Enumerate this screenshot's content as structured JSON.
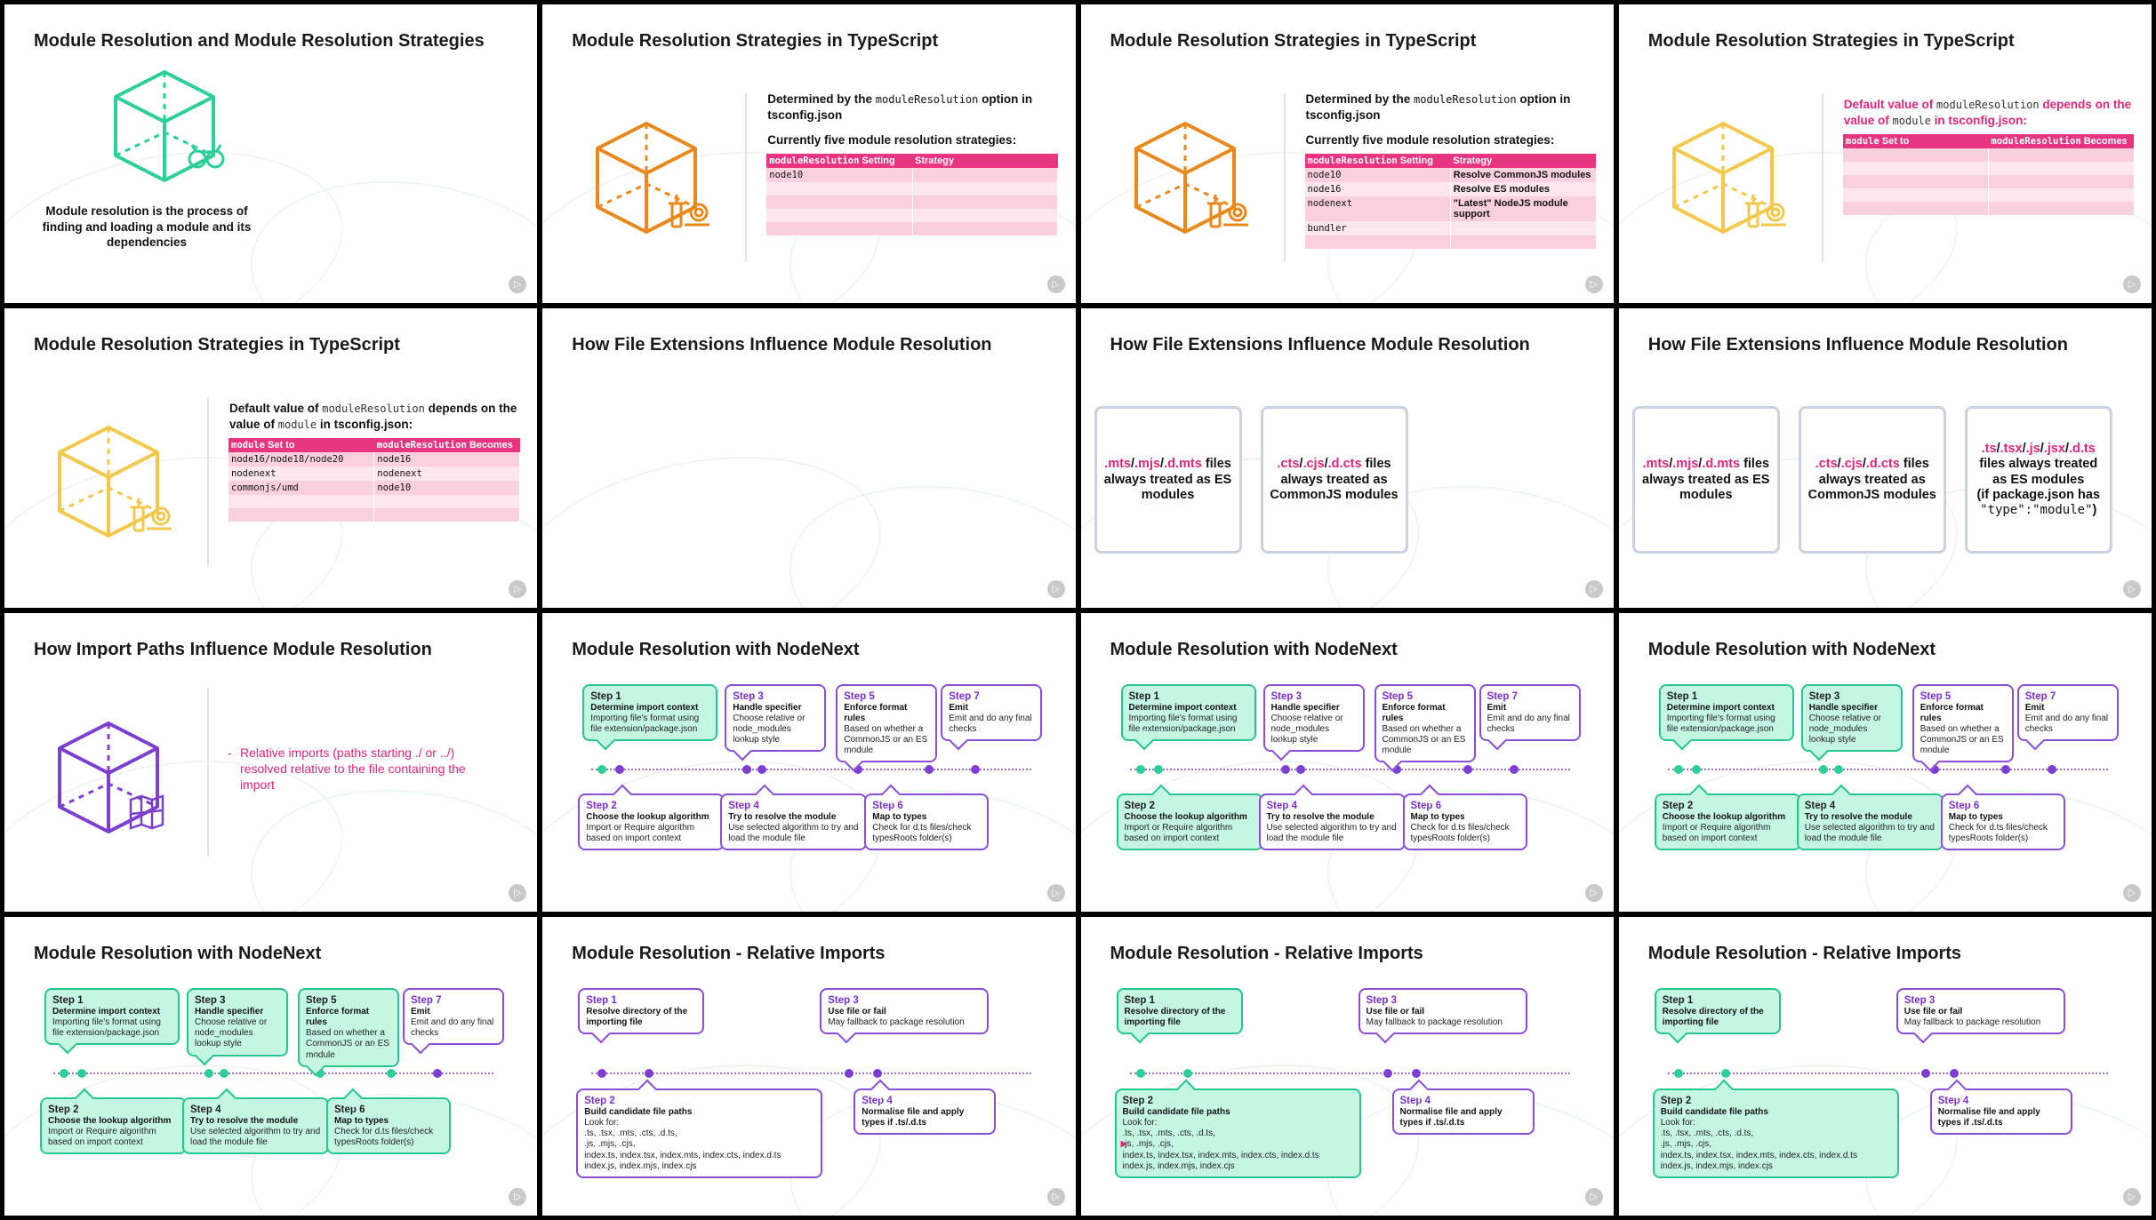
{
  "slides": [
    {
      "title": "Module Resolution and Module Resolution Strategies",
      "caption": "Module resolution is the process of finding and loading a module and its dependencies"
    },
    {
      "title": "Module Resolution Strategies in TypeScript",
      "det_prefix": "Determined by the ",
      "det_code": "moduleResolution",
      "det_suffix": " option in tsconfig.json",
      "sub": "Currently five module resolution strategies:",
      "col1_code": "moduleResolution",
      "col1_text": " Setting",
      "col2": "Strategy",
      "rows": [
        [
          "node10",
          ""
        ],
        [
          "",
          ""
        ],
        [
          "",
          ""
        ],
        [
          "",
          ""
        ],
        [
          "",
          ""
        ]
      ]
    },
    {
      "title": "Module Resolution Strategies in TypeScript",
      "det_prefix": "Determined by the ",
      "det_code": "moduleResolution",
      "det_suffix": " option in tsconfig.json",
      "sub": "Currently five module resolution strategies:",
      "col1_code": "moduleResolution",
      "col1_text": " Setting",
      "col2": "Strategy",
      "rows": [
        [
          "node10",
          "Resolve CommonJS modules"
        ],
        [
          "node16",
          "Resolve ES modules"
        ],
        [
          "nodenext",
          "\"Latest\" NodeJS module support"
        ],
        [
          "bundler",
          ""
        ],
        [
          "",
          ""
        ]
      ]
    },
    {
      "title": "Module Resolution Strategies in TypeScript",
      "def_prefix": "Default value of ",
      "def_code": "moduleResolution",
      "def_mid": " depends on the value of ",
      "def_code2": "module",
      "def_suffix": " in tsconfig.json:",
      "col1_code": "module",
      "col1_text": " Set to",
      "col2_code": "moduleResolution",
      "col2_text": " Becomes",
      "rows": [
        [
          "",
          ""
        ],
        [
          "",
          ""
        ],
        [
          "",
          ""
        ],
        [
          "",
          ""
        ],
        [
          "",
          ""
        ]
      ]
    },
    {
      "title": "Module Resolution Strategies in TypeScript",
      "def_prefix": "Default value of ",
      "def_code": "moduleResolution",
      "def_mid": " depends on the value of ",
      "def_code2": "module",
      "def_suffix": " in tsconfig.json:",
      "col1_code": "module",
      "col1_text": " Set to",
      "col2_code": "moduleResolution",
      "col2_text": " Becomes",
      "rows": [
        [
          "node16/node18/node20",
          "node16"
        ],
        [
          "nodenext",
          "nodenext"
        ],
        [
          "commonjs/umd",
          "node10"
        ],
        [
          "",
          ""
        ],
        [
          "",
          ""
        ]
      ]
    },
    {
      "title": "How File Extensions Influence Module Resolution"
    },
    {
      "title": "How File Extensions Influence Module Resolution",
      "boxes": [
        {
          "ext": [
            ".mts",
            ".mjs",
            ".d.mts"
          ],
          "rest": "files always treated as ES modules"
        },
        {
          "ext": [
            ".cts",
            ".cjs",
            ".d.cts"
          ],
          "rest": "files always treated as CommonJS modules"
        }
      ]
    },
    {
      "title": "How File Extensions Influence Module Resolution",
      "boxes": [
        {
          "ext": [
            ".mts",
            ".mjs",
            ".d.mts"
          ],
          "rest": "files always treated as ES modules"
        },
        {
          "ext": [
            ".cts",
            ".cjs",
            ".d.cts"
          ],
          "rest": "files always treated as CommonJS modules"
        }
      ],
      "box3": {
        "ext": [
          ".ts",
          ".tsx",
          ".js",
          ".jsx",
          ".d.ts"
        ],
        "line1": "files always treated",
        "line2": "as ES modules",
        "line3": "(if package.json has",
        "code": "\"type\":\"module\"",
        "close": ")"
      }
    },
    {
      "title": "How Import Paths Influence Module Resolution",
      "bullet": "Relative imports (paths starting ./ or ../) resolved relative to the file containing the import"
    },
    {
      "title": "Module Resolution with NodeNext"
    },
    {
      "title": "Module Resolution with NodeNext"
    },
    {
      "title": "Module Resolution with NodeNext"
    },
    {
      "title": "Module Resolution with NodeNext"
    },
    {
      "title": "Module Resolution - Relative Imports"
    },
    {
      "title": "Module Resolution - Relative Imports"
    },
    {
      "title": "Module Resolution - Relative Imports"
    }
  ],
  "nodenext_steps": [
    {
      "n": "Step 1",
      "t": "Determine import context",
      "d": "Importing file's format using file extension/package.json"
    },
    {
      "n": "Step 2",
      "t": "Choose the lookup algorithm",
      "d": "Import or Require algorithm based on import context"
    },
    {
      "n": "Step 3",
      "t": "Handle specifier",
      "d": "Choose relative or node_modules lookup style"
    },
    {
      "n": "Step 4",
      "t": "Try to resolve the module",
      "d": "Use selected algorithm to try and load the module file"
    },
    {
      "n": "Step 5",
      "t": "Enforce format rules",
      "d": "Based on whether a CommonJS or an ES module"
    },
    {
      "n": "Step 6",
      "t": "Map to types",
      "d": "Check for d.ts files/check typesRoots folder(s)"
    },
    {
      "n": "Step 7",
      "t": "Emit",
      "d": "Emit and do any final checks"
    }
  ],
  "relative_steps": [
    {
      "n": "Step 1",
      "t": "Resolve directory of the importing file",
      "d": ""
    },
    {
      "n": "Step 2",
      "t": "Build candidate file paths",
      "d": "Look for:",
      "list": [
        ".ts, .tsx, .mts, .cts, .d.ts,",
        ".js, .mjs, .cjs,",
        "index.ts, index.tsx, index.mts, index.cts, index.d.ts",
        "index.js, index.mjs, index.cjs"
      ]
    },
    {
      "n": "Step 3",
      "t": "Use file or fail",
      "d": "May fallback to package resolution"
    },
    {
      "n": "Step 4",
      "t": "Normalise file and apply types if .ts/.d.ts",
      "d": ""
    }
  ],
  "logo": "▷",
  "colors": {
    "pink": "#e0267a",
    "green": "#2ccf99",
    "purple": "#7c3fd1",
    "orange": "#e8891c",
    "yellow": "#f2c94c",
    "teal": "#2ccf99"
  },
  "icons": [
    "cube-binoculars-icon",
    "cube-tools-icon",
    "cube-map-icon",
    "presenter-logo-icon"
  ]
}
